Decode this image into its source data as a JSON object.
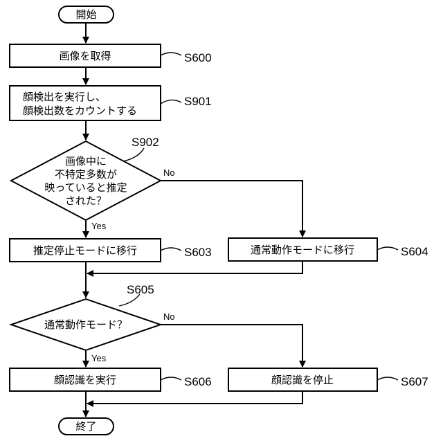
{
  "nodes": {
    "start": "開始",
    "acquire": "画像を取得",
    "detect_line1": "顔検出を実行し、",
    "detect_line2": "顔検出数をカウントする",
    "decision1_line1": "画像中に",
    "decision1_line2": "不特定多数が",
    "decision1_line3": "映っていると推定",
    "decision1_line4": "された？",
    "to_stop_mode": "推定停止モードに移行",
    "to_normal_mode": "通常動作モードに移行",
    "decision2": "通常動作モード？",
    "run_recognition": "顔認識を実行",
    "stop_recognition": "顔認識を停止",
    "end": "終了"
  },
  "step_labels": {
    "acquire": "S600",
    "detect": "S901",
    "decision1": "S902",
    "to_stop_mode": "S603",
    "to_normal_mode": "S604",
    "decision2": "S605",
    "run_recognition": "S606",
    "stop_recognition": "S607"
  },
  "branches": {
    "decision1_yes": "Yes",
    "decision1_no": "No",
    "decision2_yes": "Yes",
    "decision2_no": "No"
  }
}
